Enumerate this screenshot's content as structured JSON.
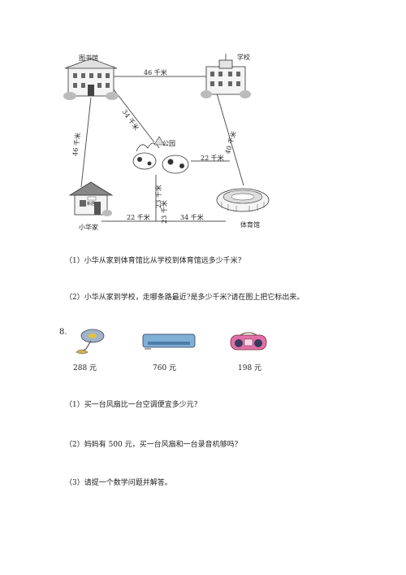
{
  "map": {
    "places": {
      "library": "图书馆",
      "school": "学校",
      "park": "公园",
      "home": "小华家",
      "stadium": "体育馆"
    },
    "distances": {
      "library_school": "46 千米",
      "library_home": "46 千米",
      "library_park": "34 千米",
      "school_stadium": "40 千米",
      "park_stadium": "22 千米",
      "park_down": "23 千米",
      "home_mid": "22 千米",
      "mid_stadium": "34 千米"
    },
    "house_sign": "新居"
  },
  "questions_map": [
    "（1）小华从家到体育馆比从学校到体育馆远多少千米？",
    "（2）小华从家到学校，走哪条路最近?是多少千米?请在图上把它标出来。"
  ],
  "problem8": {
    "number": "8.",
    "prices": [
      "288 元",
      "760 元",
      "198 元"
    ],
    "questions": [
      "（1）买一台风扇比一台空调便宜多少元？",
      "（2）妈妈有 500 元，买一台风扇和一台录音机够吗？",
      "（3）请提一个数学问题并解答。"
    ]
  }
}
